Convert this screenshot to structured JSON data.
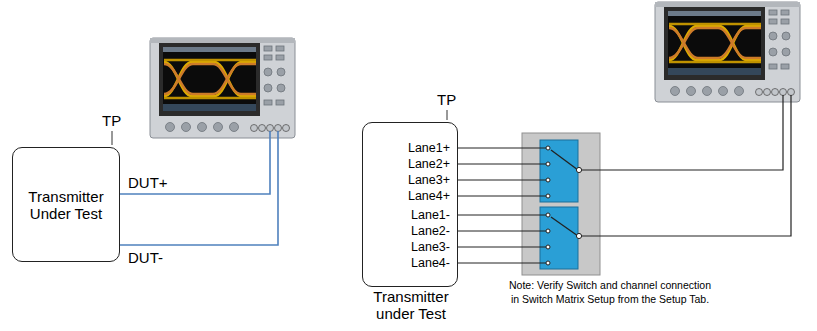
{
  "diagram": {
    "nodes": [
      {
        "text": [
          "Transmitter Under Test"
        ]
      },
      {
        "text": [
          "Transmitter under Test"
        ]
      }
    ],
    "labels": [
      "TP",
      "DUT+",
      "DUT-",
      "TP",
      "Lane1+",
      "Lane2+",
      "Lane3+",
      "Lane4+",
      "Lane1-",
      "Lane2-",
      "Lane3-",
      "Lane4-",
      "Note: Verify Switch and channel connection in Switch Matrix Setup from the Setup Tab."
    ]
  }
}
